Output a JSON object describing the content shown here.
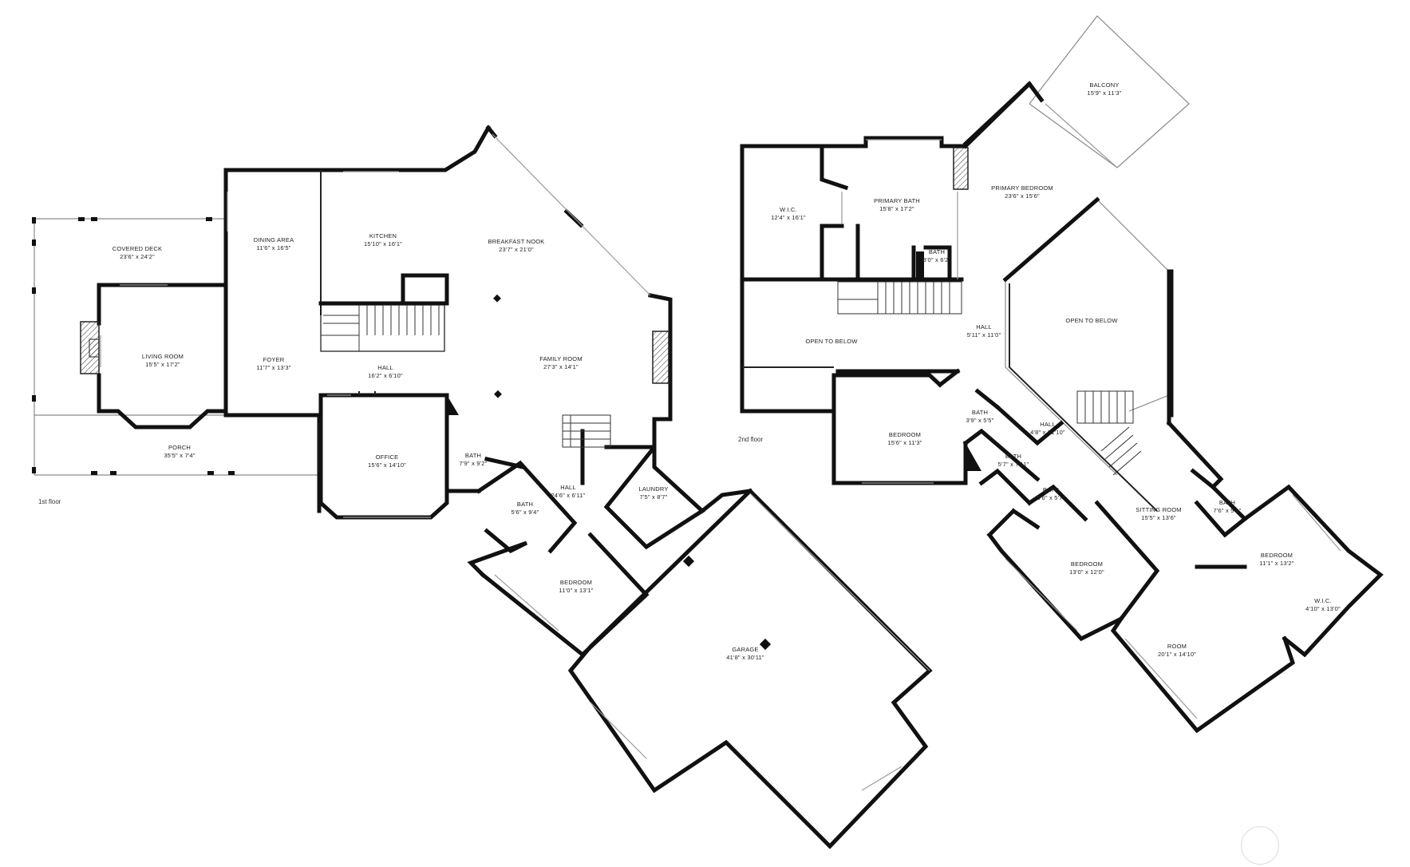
{
  "floors": [
    {
      "label": "1st floor"
    },
    {
      "label": "2nd floor"
    }
  ],
  "rooms_first_floor": [
    {
      "name": "COVERED DECK",
      "size": "23'6\" x 24'2\""
    },
    {
      "name": "DINING AREA",
      "size": "11'6\" x 16'5\""
    },
    {
      "name": "KITCHEN",
      "size": "15'10\" x 16'1\""
    },
    {
      "name": "BREAKFAST NOOK",
      "size": "23'7\" x 21'0\""
    },
    {
      "name": "LIVING ROOM",
      "size": "15'5\" x 17'2\""
    },
    {
      "name": "FOYER",
      "size": "11'7\" x 13'3\""
    },
    {
      "name": "HALL",
      "size": "16'2\" x 6'10\""
    },
    {
      "name": "FAMILY ROOM",
      "size": "27'3\" x 14'1\""
    },
    {
      "name": "PORCH",
      "size": "35'5\" x 7'4\""
    },
    {
      "name": "OFFICE",
      "size": "15'6\" x 14'10\""
    },
    {
      "name": "BATH",
      "size": "7'9\" x 9'2\""
    },
    {
      "name": "HALL",
      "size": "24'6\" x 6'11\""
    },
    {
      "name": "LAUNDRY",
      "size": "7'5\" x 8'7\""
    },
    {
      "name": "BATH",
      "size": "5'6\" x 9'4\""
    },
    {
      "name": "BEDROOM",
      "size": "11'0\" x 13'1\""
    },
    {
      "name": "GARAGE",
      "size": "41'8\" x 30'11\""
    }
  ],
  "rooms_second_floor": [
    {
      "name": "BALCONY",
      "size": "15'9\" x 11'3\""
    },
    {
      "name": "PRIMARY BEDROOM",
      "size": "23'6\" x 15'6\""
    },
    {
      "name": "W.I.C.",
      "size": "12'4\" x 16'1\""
    },
    {
      "name": "PRIMARY BATH",
      "size": "15'8\" x 17'2\""
    },
    {
      "name": "BATH",
      "size": "8'0\" x 6'2\""
    },
    {
      "name": "OPEN TO BELOW",
      "size": ""
    },
    {
      "name": "HALL",
      "size": "5'11\" x 11'0\""
    },
    {
      "name": "OPEN TO BELOW",
      "size": ""
    },
    {
      "name": "BEDROOM",
      "size": "15'6\" x 11'3\""
    },
    {
      "name": "BATH",
      "size": "3'9\" x 5'5\""
    },
    {
      "name": "HALL",
      "size": "4'8\" x 21'10\""
    },
    {
      "name": "BATH",
      "size": "5'7\" x 7'11\""
    },
    {
      "name": "BATH",
      "size": "5'6\" x 5'7\""
    },
    {
      "name": "SITTING ROOM",
      "size": "15'5\" x 13'6\""
    },
    {
      "name": "BATH",
      "size": "7'6\" x 5'1\""
    },
    {
      "name": "BEDROOM",
      "size": "13'0\" x 12'0\""
    },
    {
      "name": "BEDROOM",
      "size": "11'1\" x 13'2\""
    },
    {
      "name": "W.I.C.",
      "size": "4'10\" x 13'0\""
    },
    {
      "name": "ROOM",
      "size": "20'1\" x 14'10\""
    }
  ]
}
